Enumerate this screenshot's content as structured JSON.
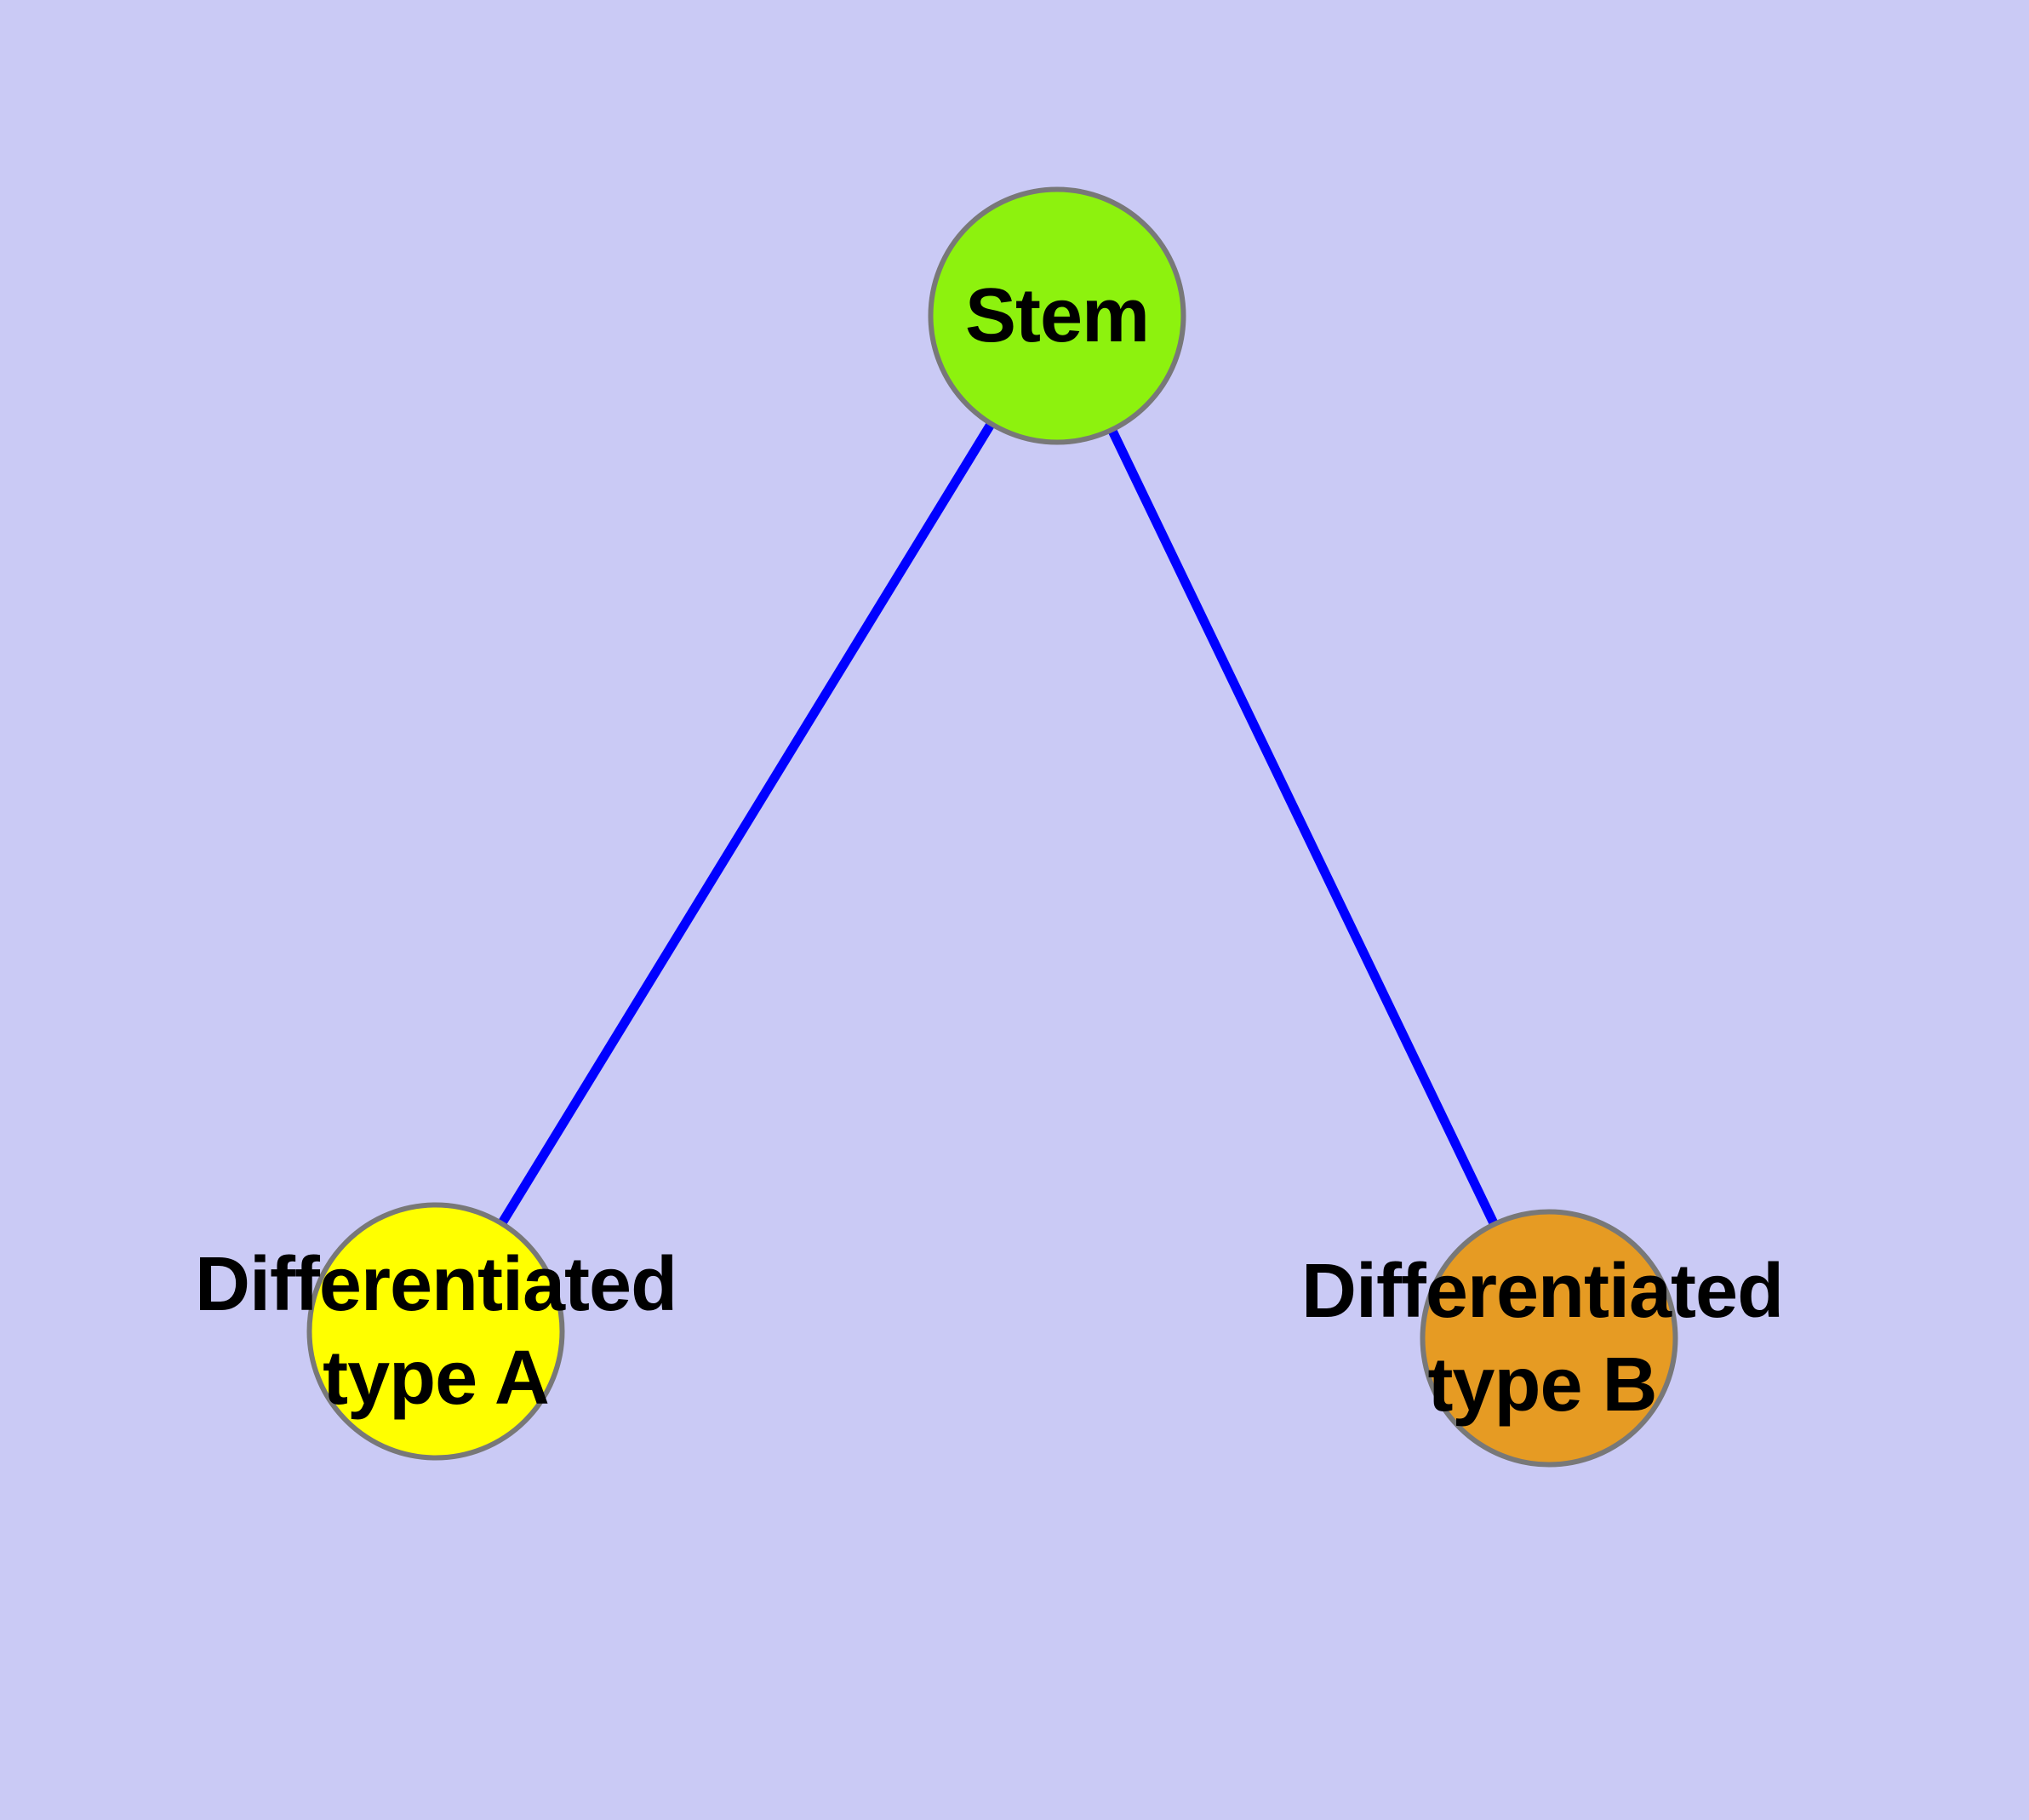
{
  "diagram": {
    "background_color": "#cacaf5",
    "node_border_color": "#787878",
    "label_color": "#000000",
    "nodes": [
      {
        "id": "stem",
        "label": "Stem",
        "fill": "#8df20e"
      },
      {
        "id": "differentiated-type-a",
        "label": "Differentiated\ntype A",
        "fill": "#ffff00"
      },
      {
        "id": "differentiated-type-b",
        "label": "Differentiated\ntype B",
        "fill": "#e69b23"
      }
    ],
    "edges": [
      {
        "from": "stem",
        "to": "differentiated-type-a",
        "color": "#0000ff"
      },
      {
        "from": "stem",
        "to": "differentiated-type-b",
        "color": "#0000ff"
      }
    ]
  }
}
